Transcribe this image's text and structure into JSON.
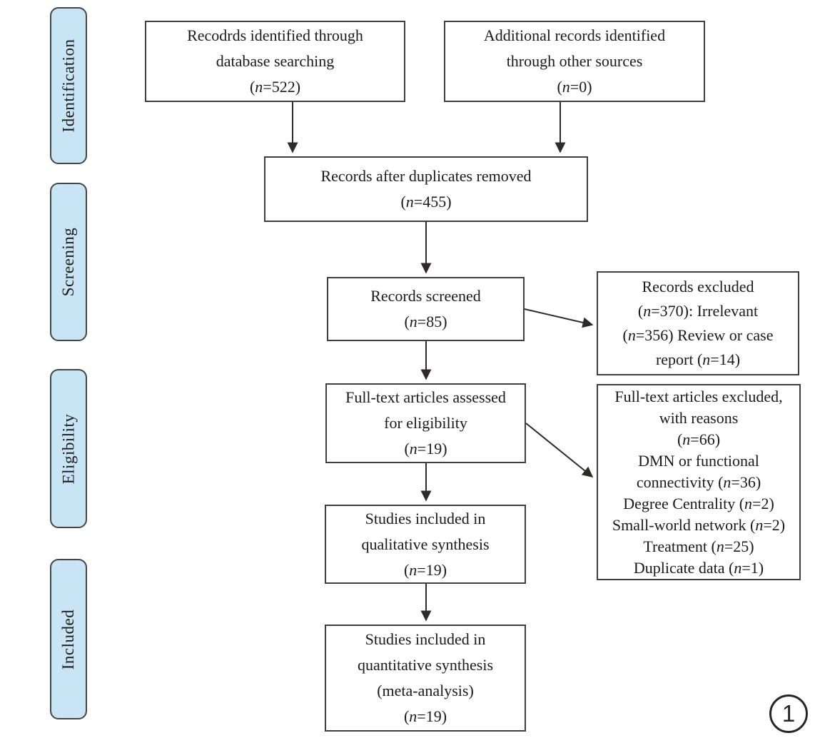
{
  "figure": {
    "badge": "1",
    "stages": [
      {
        "label": "Identification"
      },
      {
        "label": "Screening"
      },
      {
        "label": "Eligibility"
      },
      {
        "label": "Included"
      }
    ],
    "boxes": {
      "records_identified": "Recodrds identified through\ndatabase searching\n(n=522)",
      "additional_records": "Additional records identified\nthrough other sources\n(n=0)",
      "after_duplicates": "Records after duplicates removed\n(n=455)",
      "records_screened": "Records screened\n(n=85)",
      "records_excluded": "Records excluded\n(n=370): Irrelevant\n(n=356) Review or case\nreport (n=14)",
      "fulltext_assessed": "Full-text articles assessed\nfor eligibility\n(n=19)",
      "fulltext_excluded": "Full-text articles excluded,\nwith reasons\n(n=66)\nDMN or functional\nconnectivity (n=36)\nDegree Centrality (n=2)\nSmall-world network (n=2)\nTreatment (n=25)\nDuplicate data (n=1)",
      "qualitative_synthesis": "Studies included in\nqualitative synthesis\n(n=19)",
      "quantitative_synthesis": "Studies included in\nquantitative synthesis\n(meta-analysis)\n(n=19)"
    },
    "colors": {
      "stage_fill": "#c9e4f4",
      "box_border": "#3f3f3f",
      "arrow": "#2e2a2a",
      "text": "#1a1a1a"
    }
  }
}
